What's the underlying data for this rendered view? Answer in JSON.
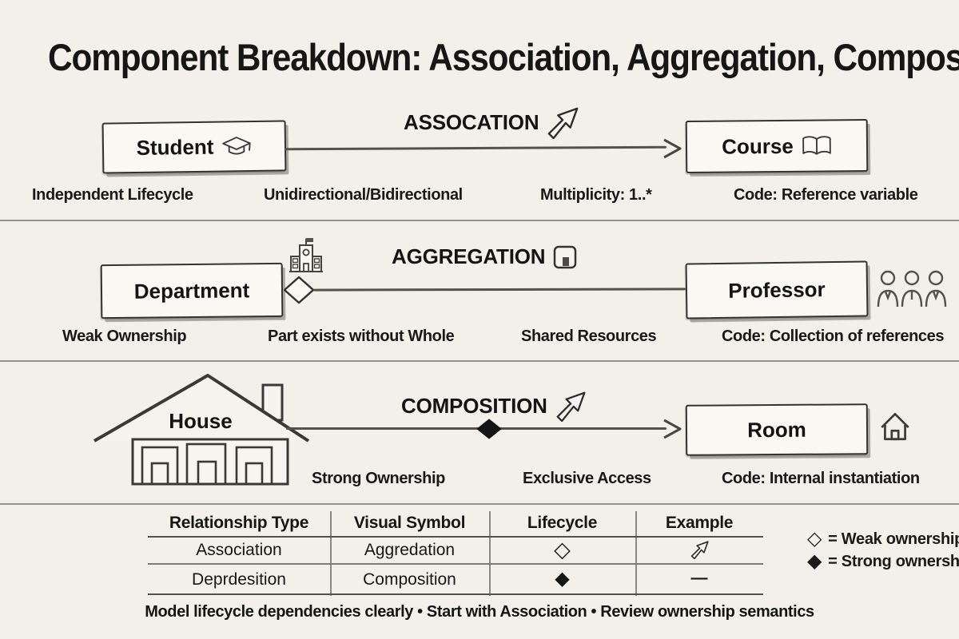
{
  "title": "Component Breakdown: Association, Aggregation, Composition",
  "colors": {
    "background": "#f3f0e9",
    "ink": "#1a1a1a",
    "line": "#55524c"
  },
  "rows": [
    {
      "heading": "ASSOCATION",
      "heading_icon": "arrow-up-right",
      "left_box": {
        "label": "Student",
        "icon": "graduation-cap"
      },
      "right_box": {
        "label": "Course",
        "icon": "open-book"
      },
      "connector": {
        "style": "line-with-arrowhead"
      },
      "captions": {
        "c1": "Independent Lifecycle",
        "c2": "Unidirectional/Bidirectional",
        "c3": "Multiplicity: 1..*",
        "c4": "Code: Reference variable"
      }
    },
    {
      "heading": "AGGREGATION",
      "heading_icon": "building-door",
      "side_icon": "school-building",
      "left_box": {
        "label": "Department"
      },
      "right_box": {
        "label": "Professor",
        "icon": "three-professors"
      },
      "connector": {
        "style": "line-with-open-diamond"
      },
      "captions": {
        "c1": "Weak Ownership",
        "c2": "Part exists without Whole",
        "c3": "Shared Resources",
        "c4": "Code: Collection of references"
      }
    },
    {
      "heading": "COMPOSITION",
      "heading_icon": "arrow-up-right",
      "left_box": {
        "label": "House",
        "icon": "house-drawing"
      },
      "right_box": {
        "label": "Room",
        "icon": "home"
      },
      "connector": {
        "style": "line-with-filled-diamond-and-arrowhead"
      },
      "captions": {
        "c1": "Strong Ownership",
        "c2": "Exclusive Access",
        "c3": "Code: Internal instantiation"
      }
    }
  ],
  "table": {
    "headers": [
      "Relationship Type",
      "Visual Symbol",
      "Lifecycle",
      "Example"
    ],
    "rows": [
      {
        "type": "Association",
        "symbol": "Aggredation",
        "lifecycle": "◇",
        "example": "↗"
      },
      {
        "type": "Deprdesition",
        "symbol": "Composition",
        "lifecycle": "◆",
        "example": "—"
      }
    ]
  },
  "legend": {
    "weak": {
      "symbol": "◇",
      "text": "= Weak ownership"
    },
    "strong": {
      "symbol": "◆",
      "text": "= Strong ownership"
    }
  },
  "footer": "Model lifecycle dependencies clearly • Start with Association • Review ownership semantics"
}
